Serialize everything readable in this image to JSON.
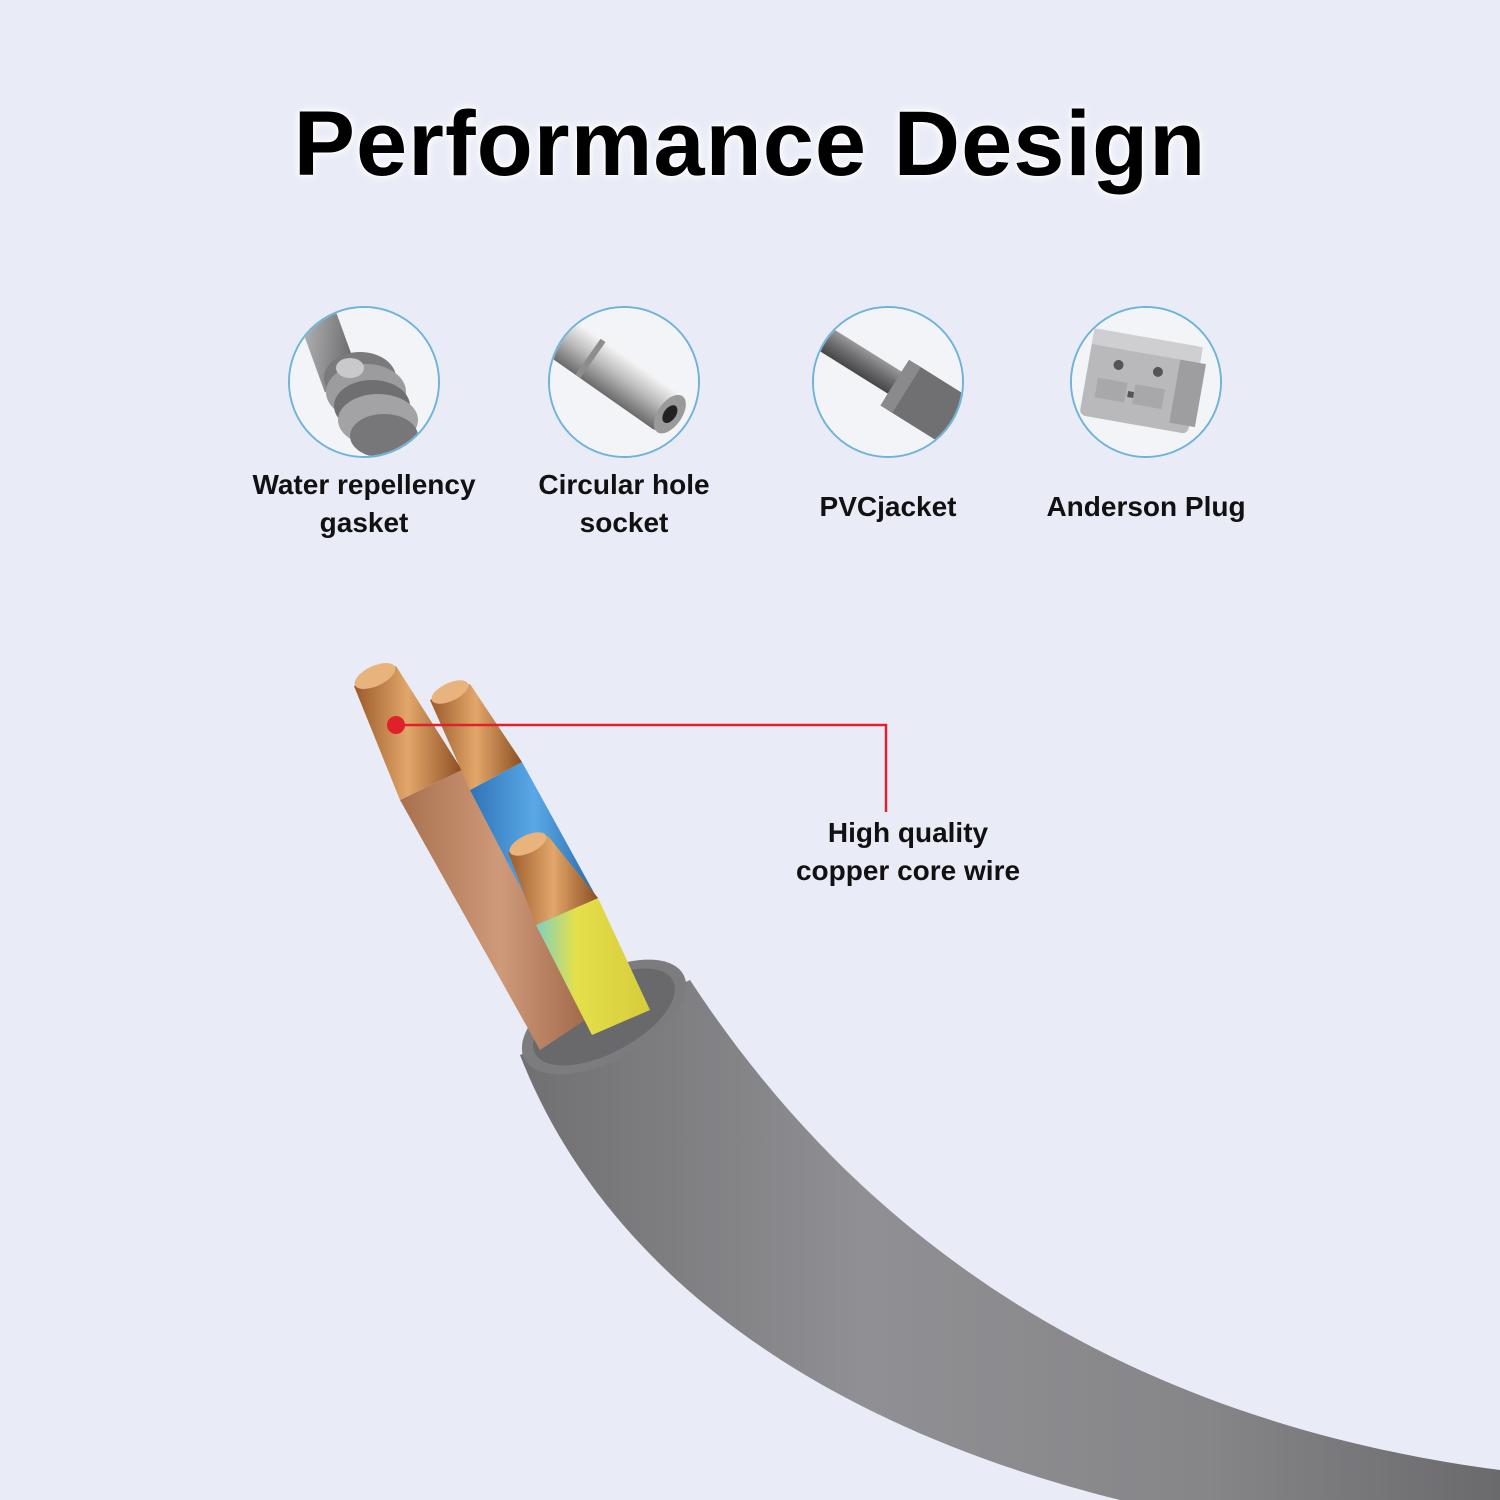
{
  "title": "Performance Design",
  "features": [
    {
      "icon": "gasket-icon",
      "label": "Water repellency\ngasket"
    },
    {
      "icon": "socket-icon",
      "label": "Circular hole\nsocket"
    },
    {
      "icon": "pvc-jacket-icon",
      "label": "PVCjacket"
    },
    {
      "icon": "anderson-plug-icon",
      "label": "Anderson Plug"
    }
  ],
  "callout": {
    "label": "High quality\ncopper core wire",
    "line_color": "#e0202a"
  },
  "colors": {
    "background": "#e9ecf7",
    "jacket": "#8a8a8c",
    "wire_brown": "#c08a6a",
    "wire_blue": "#3f8fd0",
    "wire_yellow_green": "#e8e24a",
    "copper": "#c98a4a",
    "circle_border": "#6fb3d8"
  }
}
